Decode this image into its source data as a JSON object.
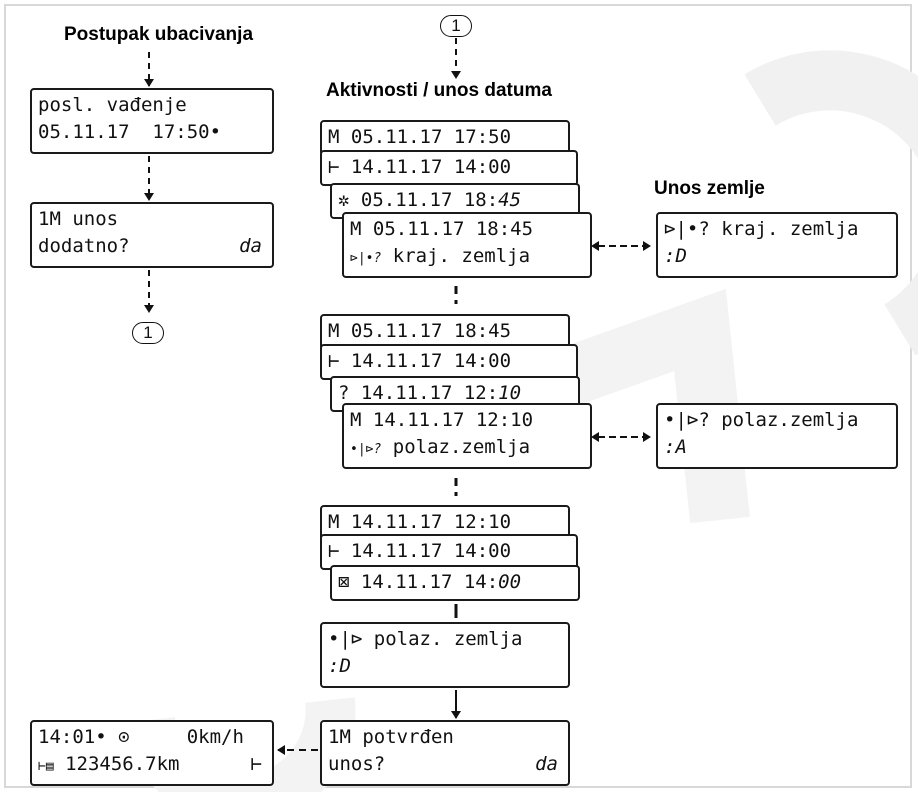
{
  "headings": {
    "insertion_procedure": "Postupak ubacivanja",
    "activities_date_entry": "Aktivnosti / unos datuma",
    "country_entry": "Unos zemlje"
  },
  "markers": {
    "circle_1": "1"
  },
  "left_column": {
    "last_withdrawal": {
      "line1": "posl. vađenje",
      "line2": "05.11.17  17:50•"
    },
    "manual_entry": {
      "line1": "1M unos",
      "line2": "dodatno?",
      "value": "da"
    },
    "standard_display": {
      "line1": "14:01• ⊙     0km/h",
      "line2": "123456.7km",
      "line2_prefix": "⊢▤",
      "line2_suffix": "⊢"
    }
  },
  "center_column": {
    "group1": {
      "back1": {
        "line1": "M 05.11.17 17:50"
      },
      "back2": {
        "line1": "⊢ 14.11.17 14:00"
      },
      "back3": {
        "prefix": "✲ 05.11.17 18:",
        "italic": "45"
      },
      "front": {
        "line1": "M 05.11.17 18:45",
        "line2_prefix": "⊳|•?",
        "line2": " kraj. zemlja"
      }
    },
    "group2": {
      "back1": {
        "line1": "M 05.11.17 18:45"
      },
      "back2": {
        "line1": "⊢ 14.11.17 14:00"
      },
      "back3": {
        "prefix": "? 14.11.17 12:",
        "italic": "10"
      },
      "front": {
        "line1": "M 14.11.17 12:10",
        "line2_prefix": "•|⊳?",
        "line2": " polaz.zemlja"
      }
    },
    "group3": {
      "back1": {
        "line1": "M 14.11.17 12:10"
      },
      "back2": {
        "line1": "⊢ 14.11.17 14:00"
      },
      "back3": {
        "prefix": "⊠ 14.11.17 14:",
        "italic": "00"
      }
    },
    "departure_country": {
      "line1": "•|⊳ polaz. zemlja",
      "line2": ":D"
    },
    "confirmed": {
      "line1": "1M potvrđen",
      "line2": "unos?",
      "value": "da"
    }
  },
  "right_column": {
    "end_country": {
      "line1": "⊳|•? kraj. zemlja",
      "line2": ":D"
    },
    "start_country": {
      "line1": "•|⊳? polaz.zemlja",
      "line2": ":A"
    }
  }
}
